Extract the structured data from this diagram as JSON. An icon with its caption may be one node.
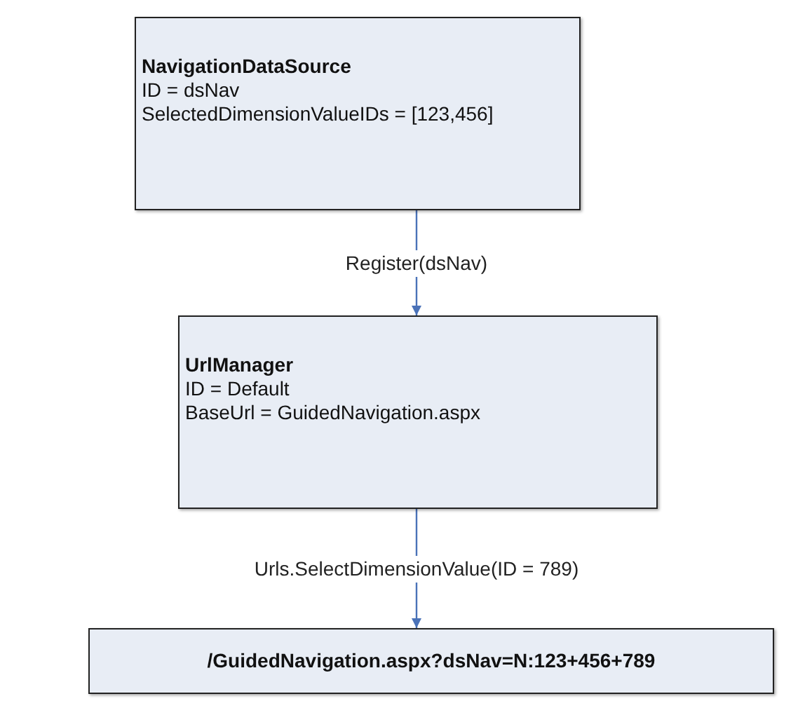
{
  "diagram": {
    "nodes": [
      {
        "text": [
          "NavigationDataSource",
          "ID = dsNav",
          "SelectedDimensionValueIDs = [123,456]"
        ]
      },
      {
        "text": [
          "UrlManager",
          "ID = Default",
          "BaseUrl = GuidedNavigation.aspx"
        ]
      },
      {
        "text": [
          "/GuidedNavigation.aspx?dsNav=N:123+456+789"
        ]
      }
    ],
    "edges": [
      {
        "from": 0,
        "to": 1,
        "arrow": "to",
        "label": "Register(dsNav)"
      },
      {
        "from": 1,
        "to": 2,
        "arrow": "to",
        "label": "Urls.SelectDimensionValue(ID = 789)"
      }
    ]
  }
}
